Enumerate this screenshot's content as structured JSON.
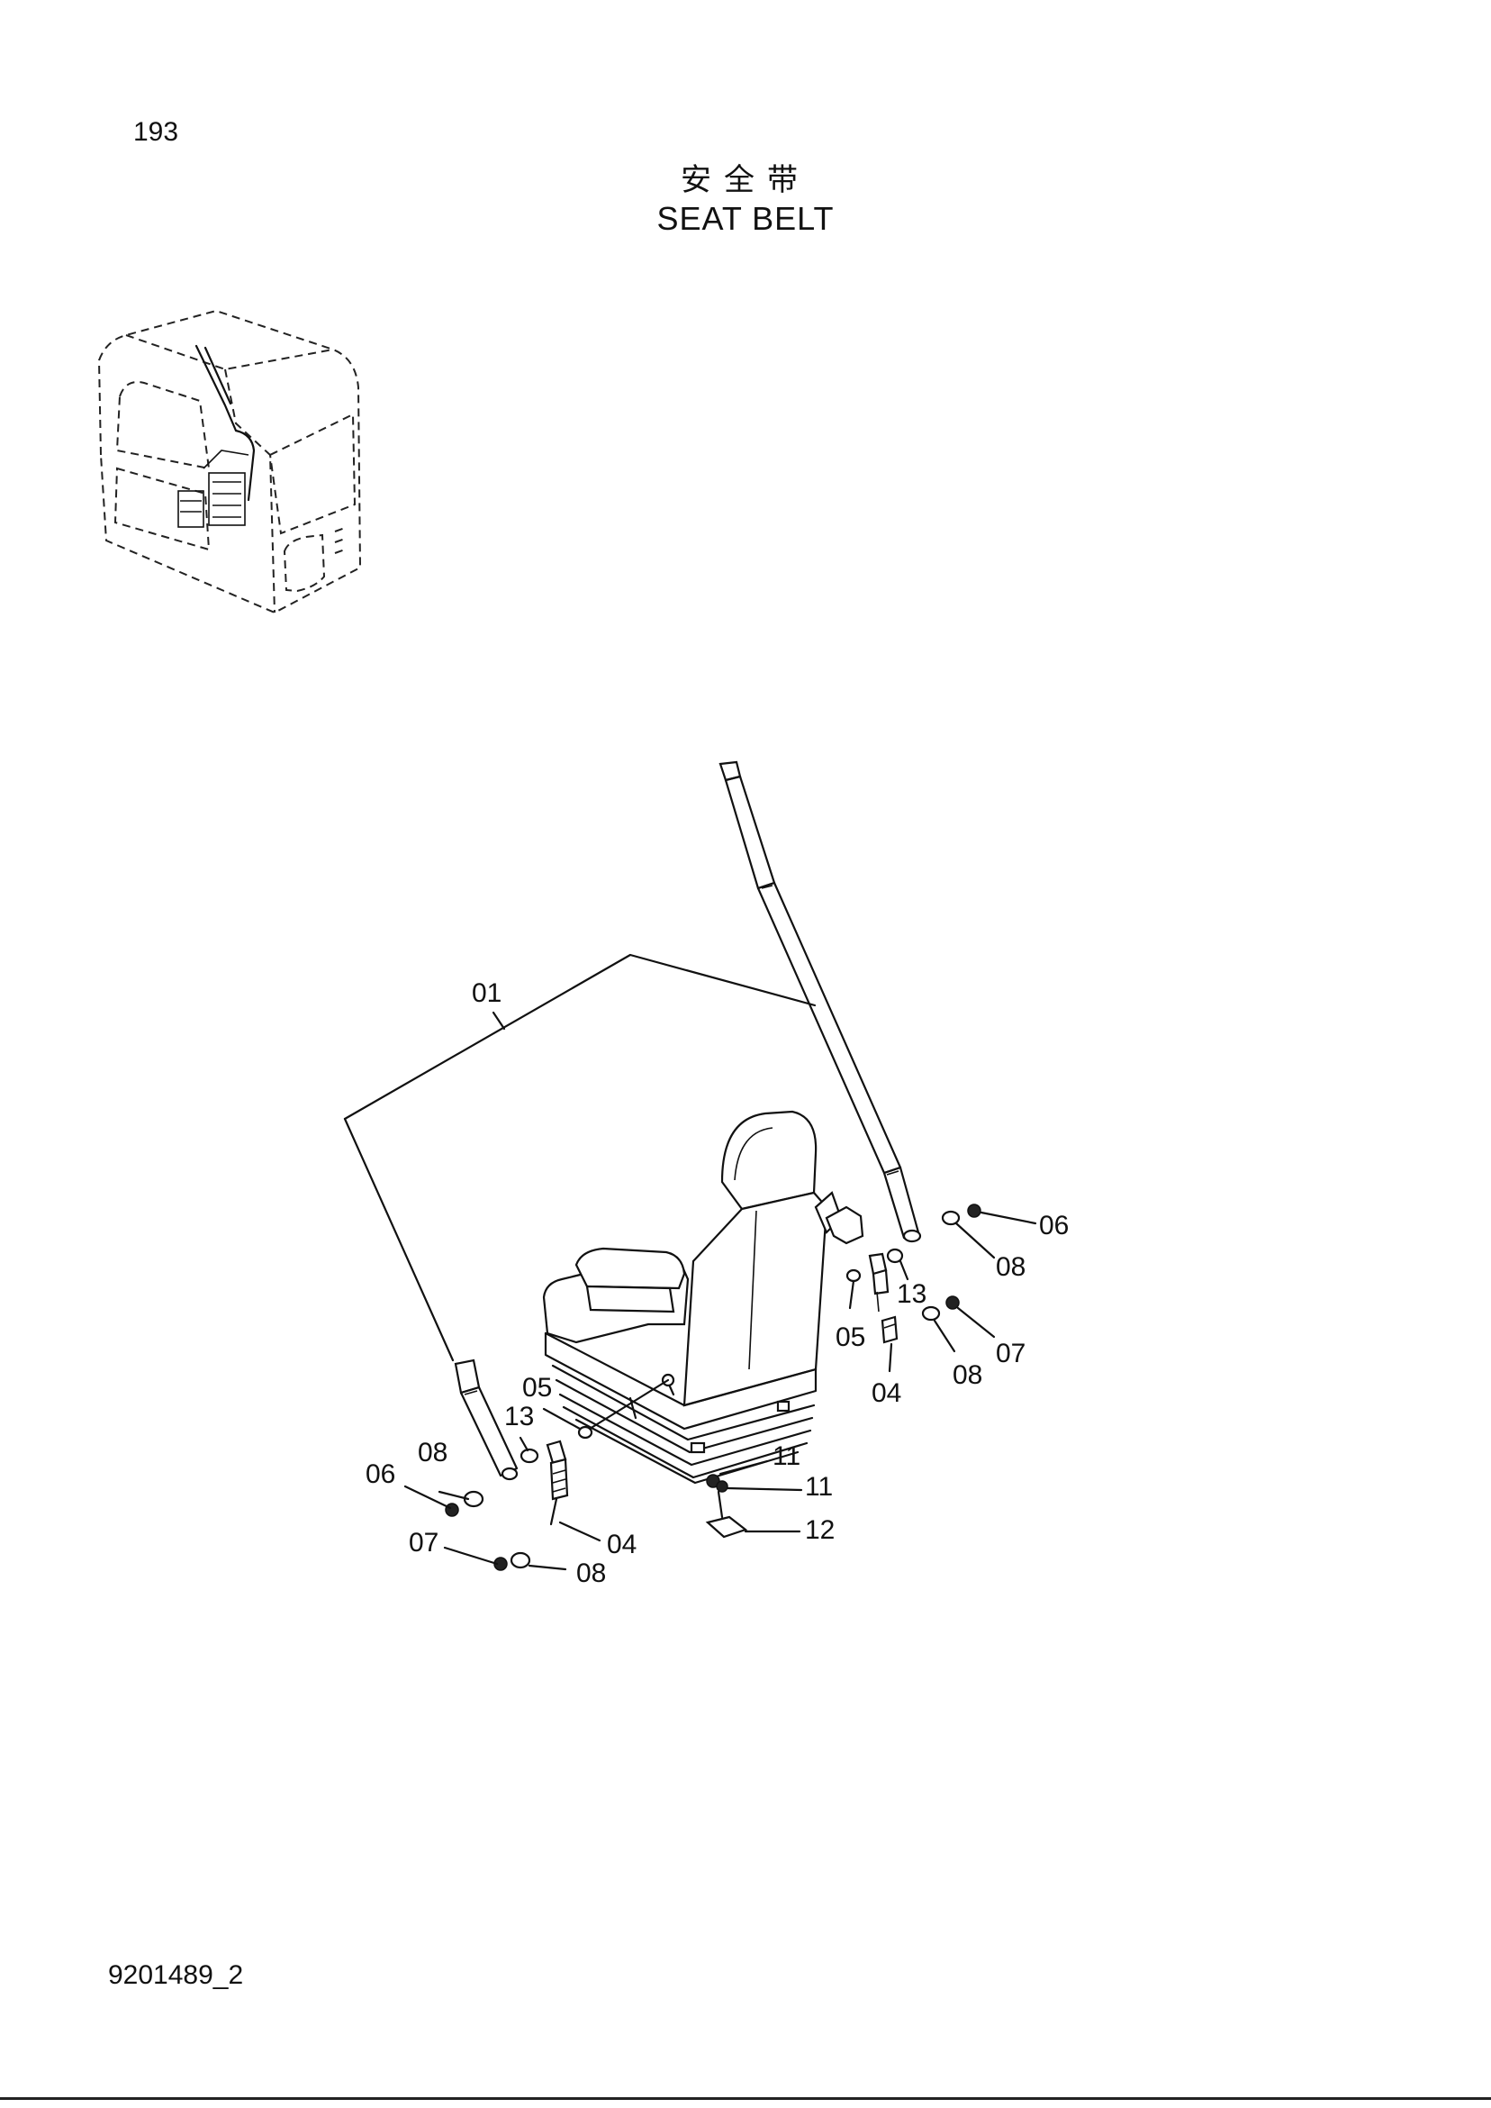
{
  "page_number": "193",
  "title_cn": "安全带",
  "title_en": "SEAT BELT",
  "doc_id": "9201489_2",
  "callouts": {
    "c01": "01",
    "c04_left": "04",
    "c04_right": "04",
    "c05_left": "05",
    "c05_right": "05",
    "c06_left": "06",
    "c06_right": "06",
    "c07_left": "07",
    "c07_right": "07",
    "c08_left_top": "08",
    "c08_left_bottom": "08",
    "c08_right_top": "08",
    "c08_right_bottom": "08",
    "c11_top": "11",
    "c11_bottom": "11",
    "c12": "12",
    "c13_left": "13",
    "c13_right": "13"
  }
}
